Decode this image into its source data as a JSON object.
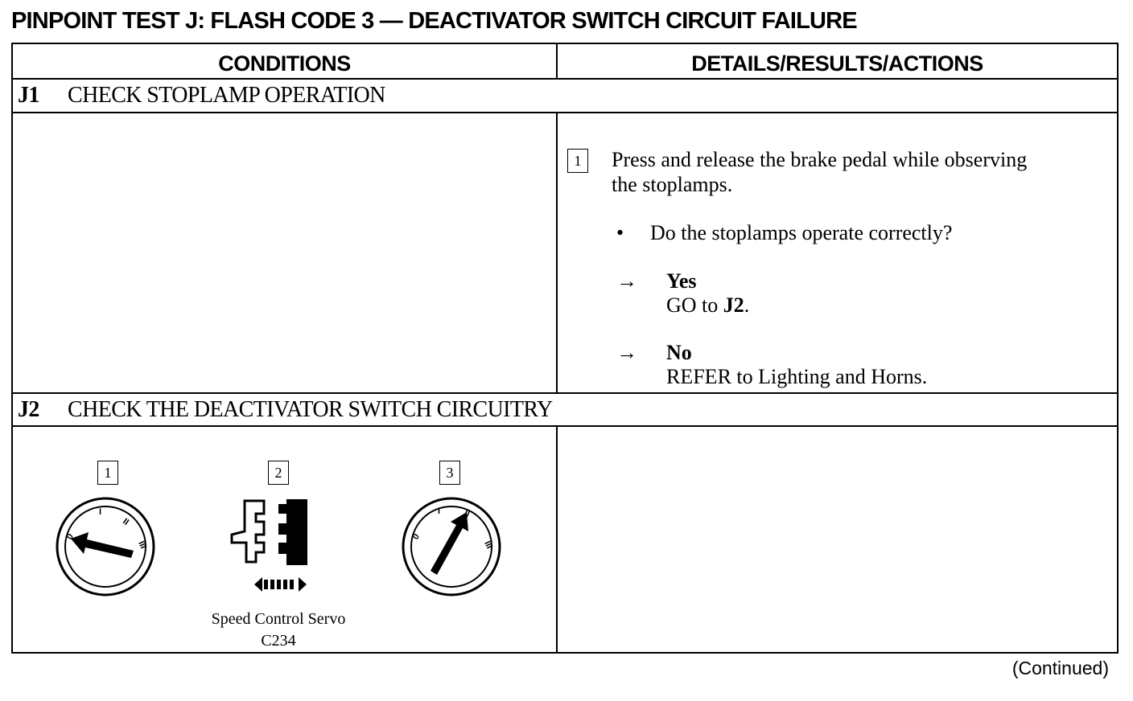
{
  "title": "PINPOINT TEST J:  FLASH CODE 3 — DEACTIVATOR SWITCH CIRCUIT FAILURE",
  "columns": {
    "conditions": "CONDITIONS",
    "details": "DETAILS/RESULTS/ACTIONS"
  },
  "steps": [
    {
      "id": "J1",
      "title": "CHECK STOPLAMP OPERATION",
      "action_number": "1",
      "action_text_line1": "Press and release the brake pedal while observing",
      "action_text_line2": "the stoplamps.",
      "bullet": "•",
      "question": "Do the stoplamps operate correctly?",
      "arrow": "→",
      "yes_label": "Yes",
      "yes_action_prefix": "GO to ",
      "yes_action_target": "J2",
      "yes_action_suffix": ".",
      "no_label": "No",
      "no_action": "REFER to  Lighting and Horns."
    },
    {
      "id": "J2",
      "title": "CHECK THE DEACTIVATOR SWITCH CIRCUITRY",
      "figure_labels": [
        "1",
        "2",
        "3"
      ],
      "dial_marks": [
        "0",
        "I",
        "II",
        "III"
      ],
      "caption_line1": "Speed Control Servo",
      "caption_line2": "C234"
    }
  ],
  "footer": "(Continued)",
  "icons": [
    "ignition-dial-off-icon",
    "servo-connector-icon",
    "ignition-dial-run-icon",
    "double-arrow-icon"
  ]
}
